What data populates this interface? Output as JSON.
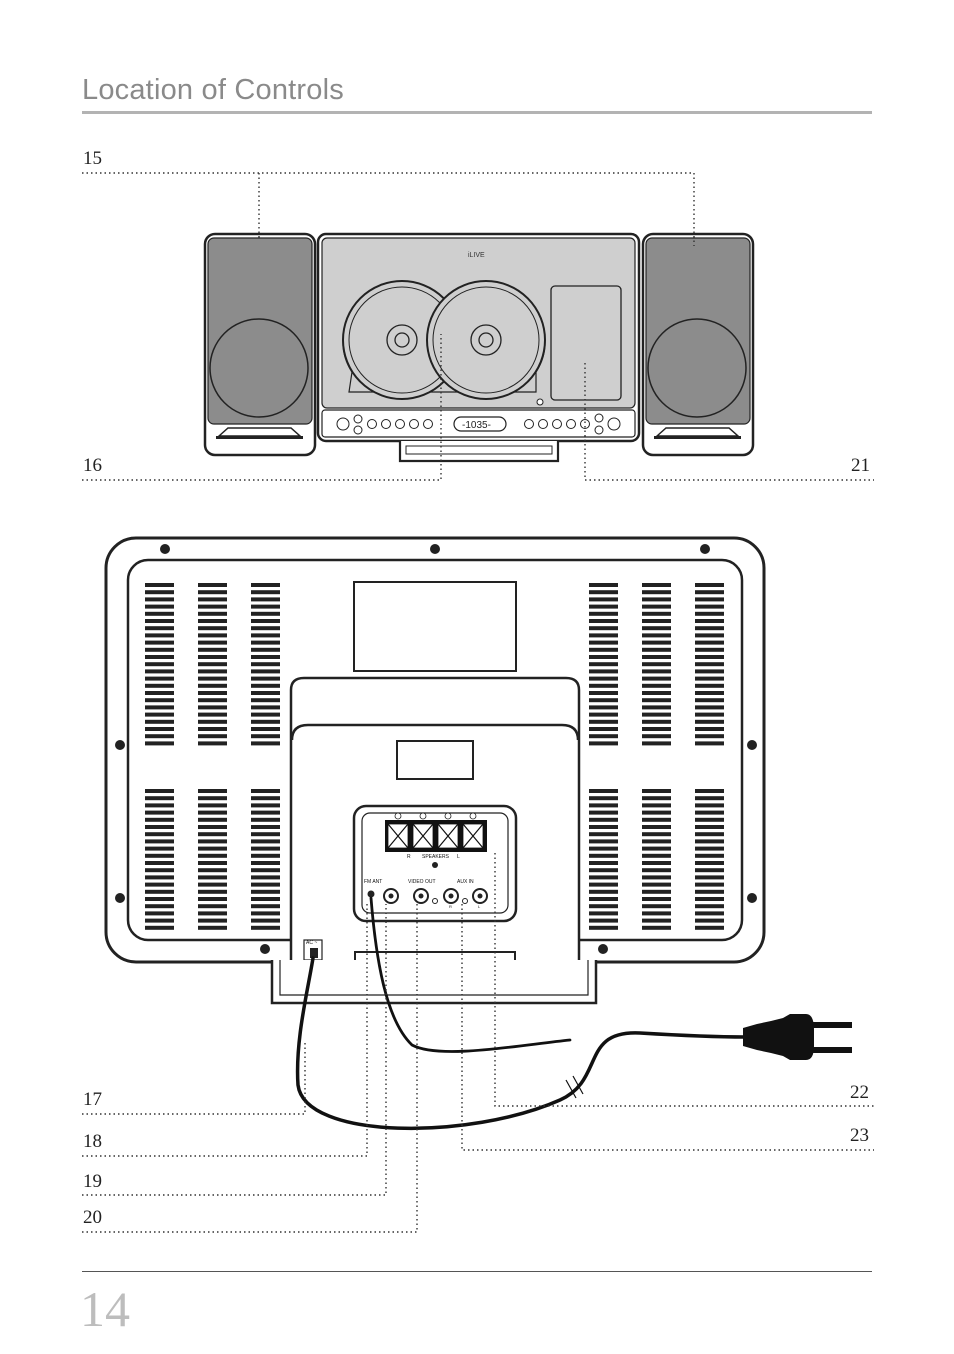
{
  "header": {
    "title": "Location of Controls"
  },
  "callouts": [
    "15",
    "16",
    "21",
    "17",
    "18",
    "19",
    "20",
    "22",
    "23"
  ],
  "front_panel": {
    "brand": "iLIVE",
    "display_text": "-1035-"
  },
  "back_panel": {
    "speakers_label": "SPEAKERS",
    "speaker_r": "R",
    "speaker_l": "L",
    "fm_ant_label": "FM ANT",
    "video_out_label": "VIDEO OUT",
    "aux_in_label": "AUX IN",
    "aux_r": "R",
    "aux_l": "L",
    "ac_label": "AC ~"
  },
  "footer": {
    "page_number": "14"
  }
}
